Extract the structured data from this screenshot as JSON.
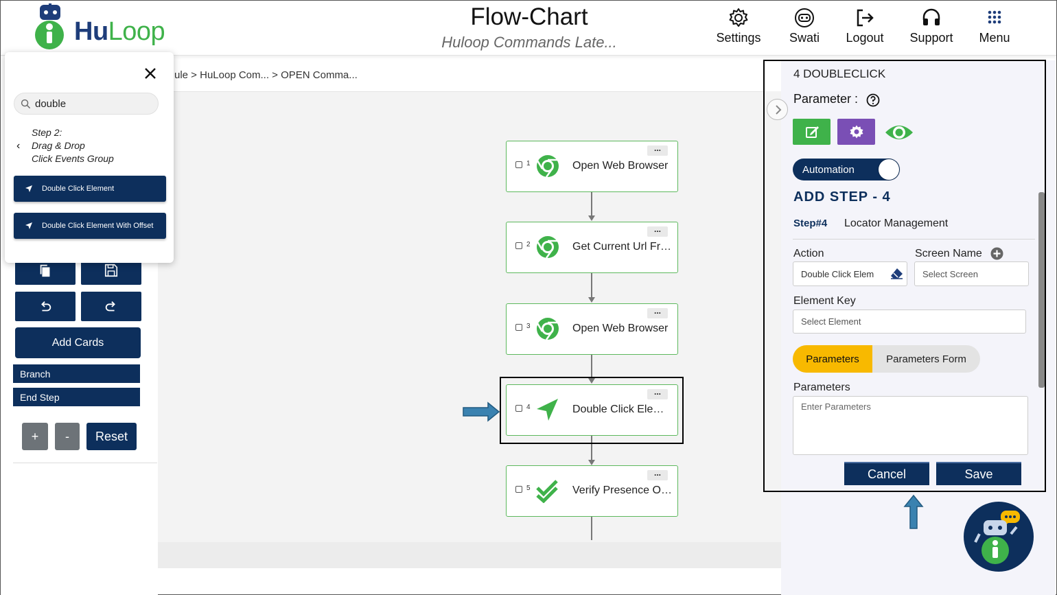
{
  "header": {
    "logo_hu": "Hu",
    "logo_loop": "Loop",
    "title": "Flow-Chart",
    "subtitle": "Huloop Commands Late...",
    "nav": [
      {
        "label": "Settings",
        "icon": "gear-icon"
      },
      {
        "label": "Swati",
        "icon": "user-robot-icon"
      },
      {
        "label": "Logout",
        "icon": "logout-icon"
      },
      {
        "label": "Support",
        "icon": "headset-icon"
      },
      {
        "label": "Menu",
        "icon": "grid-menu-icon"
      }
    ]
  },
  "breadcrumb": "ule > HuLoop Com... > OPEN Comma...",
  "search_popup": {
    "query": "double",
    "step_lines": [
      "Step 2:",
      "Drag & Drop",
      "Click Events Group"
    ],
    "commands": [
      "Double Click Element",
      "Double Click Element With Offset"
    ]
  },
  "toolbar": {
    "add_cards": "Add Cards",
    "branch": "Branch",
    "end_step": "End Step",
    "zoom_in": "+",
    "zoom_out": "-",
    "reset": "Reset"
  },
  "flow": {
    "nodes": [
      {
        "num": "1",
        "label": "Open Web Browser",
        "icon": "chrome-icon"
      },
      {
        "num": "2",
        "label": "Get Current Url Fro...",
        "icon": "chrome-icon"
      },
      {
        "num": "3",
        "label": "Open Web Browser",
        "icon": "chrome-icon"
      },
      {
        "num": "4",
        "label": "Double Click Eleme...",
        "icon": "navigation-arrow-icon"
      },
      {
        "num": "5",
        "label": "Verify Presence Of ...",
        "icon": "double-check-icon"
      }
    ],
    "more_label": "..."
  },
  "panel": {
    "title": "4 DOUBLECLICK",
    "parameter_label": "Parameter :",
    "automation_label": "Automation",
    "automation_on": true,
    "add_step": "ADD STEP - 4",
    "step_num": "Step#4",
    "locator": "Locator Management",
    "action_label": "Action",
    "action_value": "Double Click Elem",
    "screen_label": "Screen Name",
    "screen_placeholder": "Select Screen",
    "element_key_label": "Element Key",
    "element_placeholder": "Select Element",
    "seg_active": "Parameters",
    "seg_inactive": "Parameters Form",
    "params_label": "Parameters",
    "params_placeholder": "Enter Parameters",
    "cancel": "Cancel",
    "save": "Save"
  },
  "colors": {
    "navy": "#0d2f5c",
    "green": "#3fb24a",
    "purple": "#7a4fb5",
    "amber": "#f8b900"
  }
}
